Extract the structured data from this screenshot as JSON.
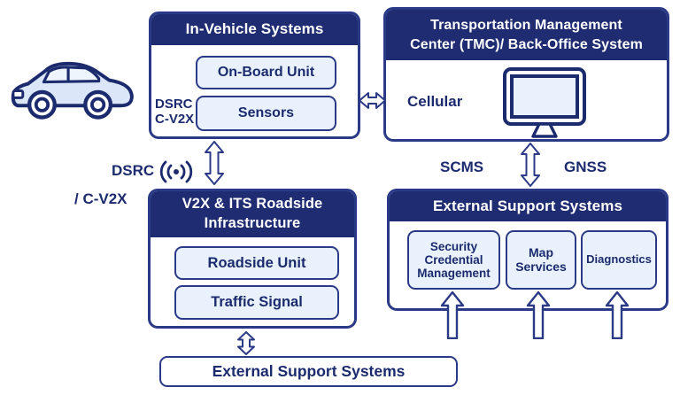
{
  "colors": {
    "header_bg": "#1f2c72",
    "outline": "#2b3a86",
    "text": "#1c2b6e",
    "chip_fill": "#e9f1fc",
    "car_fill": "#dbe7f8"
  },
  "in_vehicle": {
    "title": "In-Vehicle Systems",
    "on_board_unit": "On-Board Unit",
    "sensors": "Sensors",
    "side_label": "DSRC\nC-V2X"
  },
  "tmc": {
    "title": "Transportation Management\nCenter (TMC)/ Back-Office System",
    "cellular_label": "Cellular"
  },
  "roadside": {
    "title": "V2X & ITS Roadside\nInfrastructure",
    "roadside_unit": "Roadside Unit",
    "traffic_signal": "Traffic Signal"
  },
  "external_support": {
    "title": "External Support Systems",
    "items": [
      "Security Credential Management",
      "Map Services",
      "Diagnostics"
    ]
  },
  "external_bottom": {
    "title": "External Support Systems"
  },
  "link_labels": {
    "dsrc": "DSRC",
    "c_v2x": "/ C-V2X",
    "scms": "SCMS",
    "gnss": "GNSS"
  }
}
